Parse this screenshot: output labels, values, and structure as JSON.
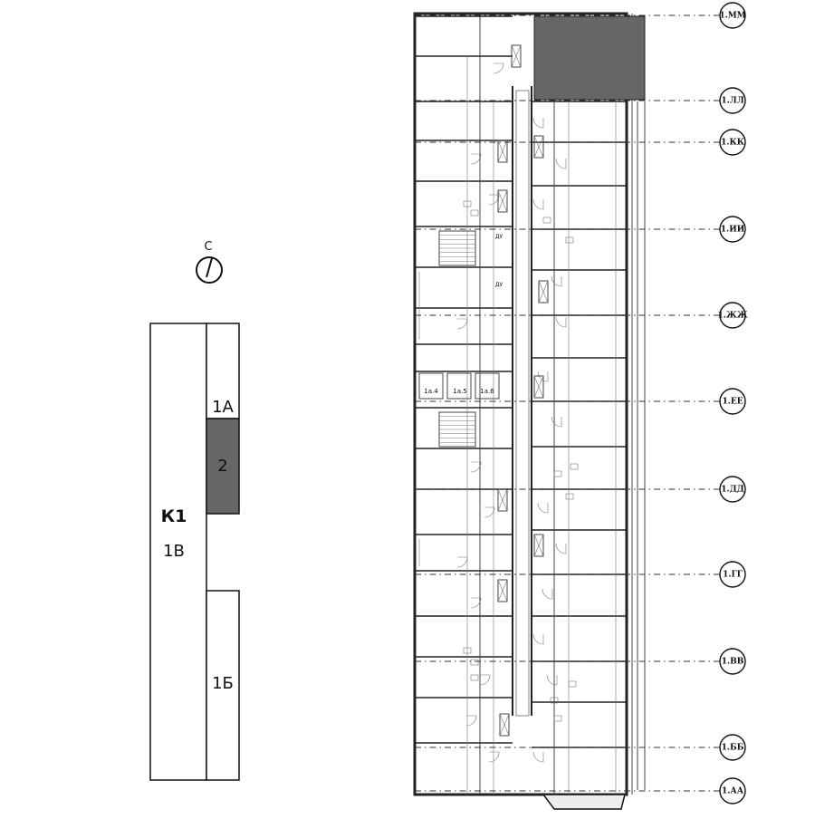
{
  "site_key": {
    "compass_label": "С",
    "complex_label": "К1",
    "sections": [
      {
        "id": "1V",
        "label": "1В",
        "highlighted": false
      },
      {
        "id": "1A",
        "label": "1А",
        "highlighted": false
      },
      {
        "id": "2",
        "label": "2",
        "highlighted": true
      },
      {
        "id": "1B",
        "label": "1Б",
        "highlighted": false
      }
    ],
    "highlight_color": "#666666"
  },
  "floor_plan": {
    "axes": [
      "1.ММ",
      "1.ЛЛ",
      "1.КК",
      "1.ИИ",
      "1.ЖЖ",
      "1.ЕЕ",
      "1.ДД",
      "1.ГГ",
      "1.ВВ",
      "1.ББ",
      "1.АА"
    ],
    "room_tags": [
      "1а.4",
      "1а.5",
      "1а.6",
      "ДУ",
      "ДУ"
    ],
    "highlight_color": "#666666"
  }
}
